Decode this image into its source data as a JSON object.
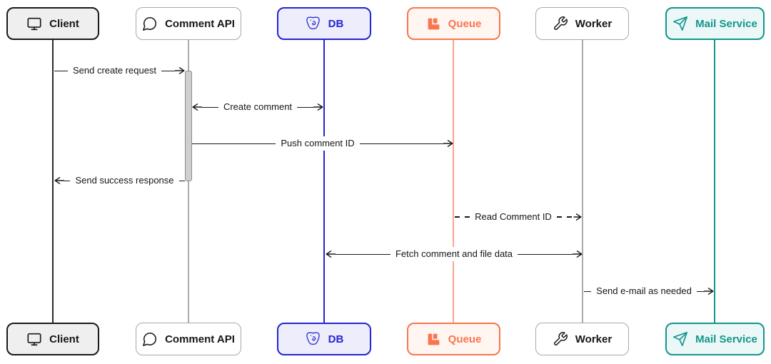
{
  "diagram": {
    "type": "sequence-diagram",
    "actors": [
      {
        "label": "Client",
        "icon": "monitor-icon"
      },
      {
        "label": "Comment API",
        "icon": "speech-bubble-icon"
      },
      {
        "label": "DB",
        "icon": "postgresql-icon"
      },
      {
        "label": "Queue",
        "icon": "rabbitmq-icon"
      },
      {
        "label": "Worker",
        "icon": "wrench-icon"
      },
      {
        "label": "Mail Service",
        "icon": "paper-plane-icon"
      }
    ],
    "messages": [
      {
        "label": "Send create request",
        "from": "Client",
        "to": "Comment API",
        "line": "solid",
        "arrows": "right"
      },
      {
        "label": "Create comment",
        "from": "Comment API",
        "to": "DB",
        "line": "solid",
        "arrows": "both"
      },
      {
        "label": "Push comment ID",
        "from": "Comment API",
        "to": "Queue",
        "line": "solid",
        "arrows": "right"
      },
      {
        "label": "Send success response",
        "from": "Comment API",
        "to": "Client",
        "line": "solid",
        "arrows": "left"
      },
      {
        "label": "Read Comment ID",
        "from": "Queue",
        "to": "Worker",
        "line": "dashed",
        "arrows": "right"
      },
      {
        "label": "Fetch comment and file data",
        "from": "DB",
        "to": "Worker",
        "line": "solid",
        "arrows": "both"
      },
      {
        "label": "Send e-mail as needed",
        "from": "Worker",
        "to": "Mail Service",
        "line": "solid",
        "arrows": "right"
      }
    ],
    "activation": {
      "actor": "Comment API",
      "from_message": "Send create request",
      "to_message": "Send success response"
    },
    "colors": {
      "client_bg": "#efefef",
      "client_border": "#1a1a1a",
      "neutral_border": "#a8a8a8",
      "db_accent": "#2525d2",
      "db_bg": "#ededfb",
      "queue_accent": "#f8764f",
      "queue_bg": "#fff6f2",
      "queue_lifeline": "#f9a78b",
      "mail_accent": "#13968c",
      "mail_bg": "#ebf8f7",
      "message_line": "#1a1a1a",
      "activation_fill": "#cfcfcf",
      "activation_border": "#8c8c8c"
    }
  }
}
